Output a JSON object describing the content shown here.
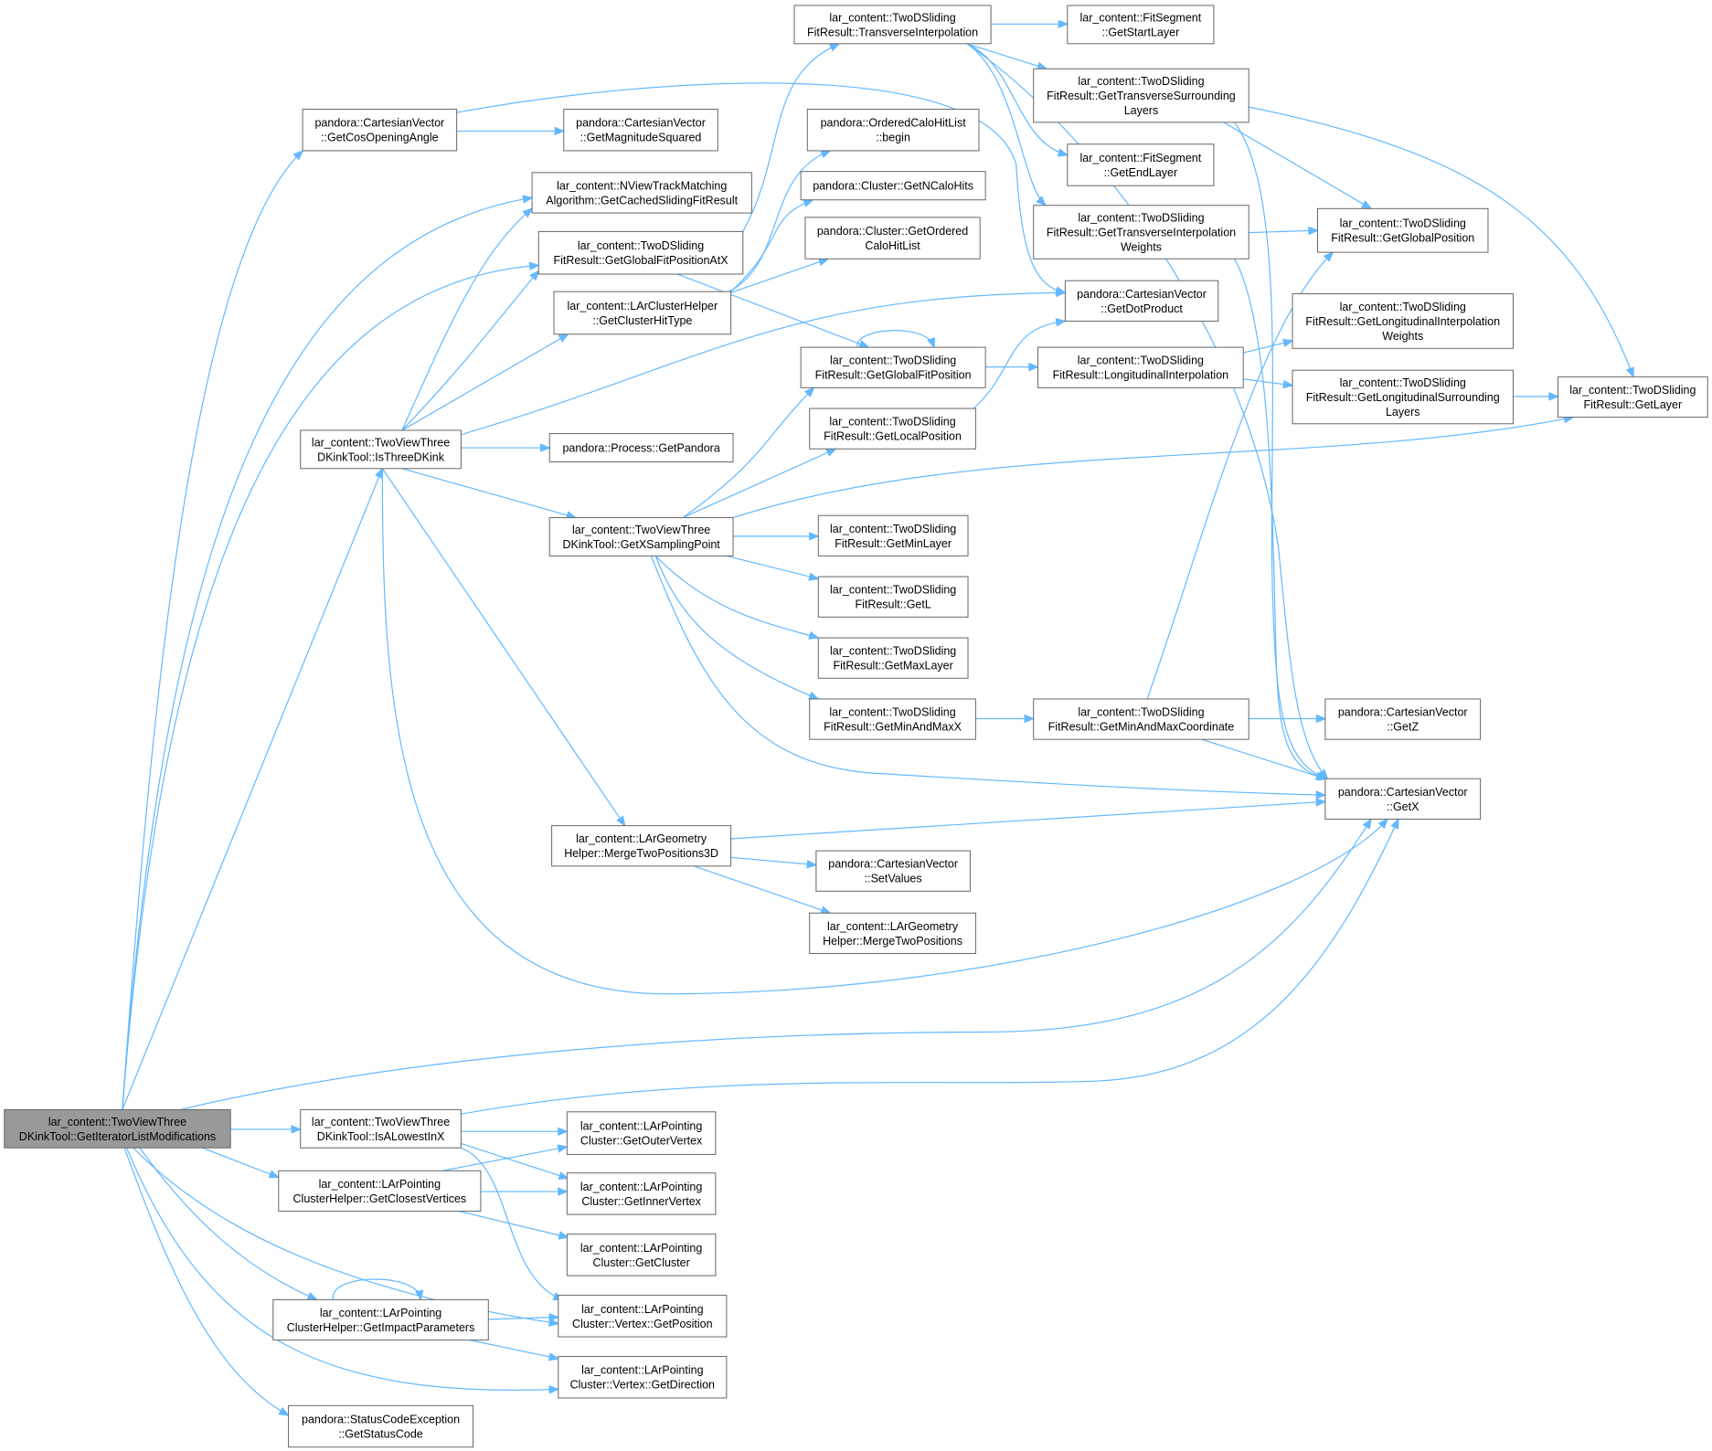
{
  "graph": {
    "edge_color": "#63b8ff",
    "root_fill": "#999999",
    "nodes": [
      {
        "id": "root",
        "lines": [
          "lar_content::TwoViewThree",
          "DKinkTool::GetIteratorListModifications"
        ],
        "root": true
      },
      {
        "id": "cos",
        "lines": [
          "pandora::CartesianVector",
          "::GetCosOpeningAngle"
        ]
      },
      {
        "id": "magsq",
        "lines": [
          "pandora::CartesianVector",
          "::GetMagnitudeSquared"
        ]
      },
      {
        "id": "cached",
        "lines": [
          "lar_content::NViewTrackMatching",
          "Algorithm::GetCachedSlidingFitResult"
        ]
      },
      {
        "id": "gfpx",
        "lines": [
          "lar_content::TwoDSliding",
          "FitResult::GetGlobalFitPositionAtX"
        ]
      },
      {
        "id": "cht",
        "lines": [
          "lar_content::LArClusterHelper",
          "::GetClusterHitType"
        ]
      },
      {
        "id": "is3d",
        "lines": [
          "lar_content::TwoViewThree",
          "DKinkTool::IsThreeDKink"
        ]
      },
      {
        "id": "getpandora",
        "lines": [
          "pandora::Process::GetPandora"
        ]
      },
      {
        "id": "xsamp",
        "lines": [
          "lar_content::TwoViewThree",
          "DKinkTool::GetXSamplingPoint"
        ]
      },
      {
        "id": "merge3d",
        "lines": [
          "lar_content::LArGeometry",
          "Helper::MergeTwoPositions3D"
        ]
      },
      {
        "id": "ti",
        "lines": [
          "lar_content::TwoDSliding",
          "FitResult::TransverseInterpolation"
        ]
      },
      {
        "id": "begin",
        "lines": [
          "pandora::OrderedCaloHitList",
          "::begin"
        ]
      },
      {
        "id": "ncalo",
        "lines": [
          "pandora::Cluster::GetNCaloHits"
        ]
      },
      {
        "id": "ochl",
        "lines": [
          "pandora::Cluster::GetOrdered",
          "CaloHitList"
        ]
      },
      {
        "id": "gfp",
        "lines": [
          "lar_content::TwoDSliding",
          "FitResult::GetGlobalFitPosition"
        ]
      },
      {
        "id": "glp",
        "lines": [
          "lar_content::TwoDSliding",
          "FitResult::GetLocalPosition"
        ]
      },
      {
        "id": "minl",
        "lines": [
          "lar_content::TwoDSliding",
          "FitResult::GetMinLayer"
        ]
      },
      {
        "id": "getl",
        "lines": [
          "lar_content::TwoDSliding",
          "FitResult::GetL"
        ]
      },
      {
        "id": "maxl",
        "lines": [
          "lar_content::TwoDSliding",
          "FitResult::GetMaxLayer"
        ]
      },
      {
        "id": "mmx",
        "lines": [
          "lar_content::TwoDSliding",
          "FitResult::GetMinAndMaxX"
        ]
      },
      {
        "id": "setv",
        "lines": [
          "pandora::CartesianVector",
          "::SetValues"
        ]
      },
      {
        "id": "merge2",
        "lines": [
          "lar_content::LArGeometry",
          "Helper::MergeTwoPositions"
        ]
      },
      {
        "id": "fsstart",
        "lines": [
          "lar_content::FitSegment",
          "::GetStartLayer"
        ]
      },
      {
        "id": "tsl",
        "lines": [
          "lar_content::TwoDSliding",
          "FitResult::GetTransverseSurrounding",
          "Layers"
        ]
      },
      {
        "id": "fsend",
        "lines": [
          "lar_content::FitSegment",
          "::GetEndLayer"
        ]
      },
      {
        "id": "tiw",
        "lines": [
          "lar_content::TwoDSliding",
          "FitResult::GetTransverseInterpolation",
          "Weights"
        ]
      },
      {
        "id": "dot",
        "lines": [
          "pandora::CartesianVector",
          "::GetDotProduct"
        ]
      },
      {
        "id": "li",
        "lines": [
          "lar_content::TwoDSliding",
          "FitResult::LongitudinalInterpolation"
        ]
      },
      {
        "id": "mmc",
        "lines": [
          "lar_content::TwoDSliding",
          "FitResult::GetMinAndMaxCoordinate"
        ]
      },
      {
        "id": "gpos",
        "lines": [
          "lar_content::TwoDSliding",
          "FitResult::GetGlobalPosition"
        ]
      },
      {
        "id": "liw",
        "lines": [
          "lar_content::TwoDSliding",
          "FitResult::GetLongitudinalInterpolation",
          "Weights"
        ]
      },
      {
        "id": "lsl",
        "lines": [
          "lar_content::TwoDSliding",
          "FitResult::GetLongitudinalSurrounding",
          "Layers"
        ]
      },
      {
        "id": "getz",
        "lines": [
          "pandora::CartesianVector",
          "::GetZ"
        ]
      },
      {
        "id": "getx",
        "lines": [
          "pandora::CartesianVector",
          "::GetX"
        ]
      },
      {
        "id": "getlayer",
        "lines": [
          "lar_content::TwoDSliding",
          "FitResult::GetLayer"
        ]
      },
      {
        "id": "isalowest",
        "lines": [
          "lar_content::TwoViewThree",
          "DKinkTool::IsALowestInX"
        ]
      },
      {
        "id": "closest",
        "lines": [
          "lar_content::LArPointing",
          "ClusterHelper::GetClosestVertices"
        ]
      },
      {
        "id": "impact",
        "lines": [
          "lar_content::LArPointing",
          "ClusterHelper::GetImpactParameters"
        ]
      },
      {
        "id": "status",
        "lines": [
          "pandora::StatusCodeException",
          "::GetStatusCode"
        ]
      },
      {
        "id": "outer",
        "lines": [
          "lar_content::LArPointing",
          "Cluster::GetOuterVertex"
        ]
      },
      {
        "id": "inner",
        "lines": [
          "lar_content::LArPointing",
          "Cluster::GetInnerVertex"
        ]
      },
      {
        "id": "getcluster",
        "lines": [
          "lar_content::LArPointing",
          "Cluster::GetCluster"
        ]
      },
      {
        "id": "vpos",
        "lines": [
          "lar_content::LArPointing",
          "Cluster::Vertex::GetPosition"
        ]
      },
      {
        "id": "vdir",
        "lines": [
          "lar_content::LArPointing",
          "Cluster::Vertex::GetDirection"
        ]
      }
    ]
  }
}
